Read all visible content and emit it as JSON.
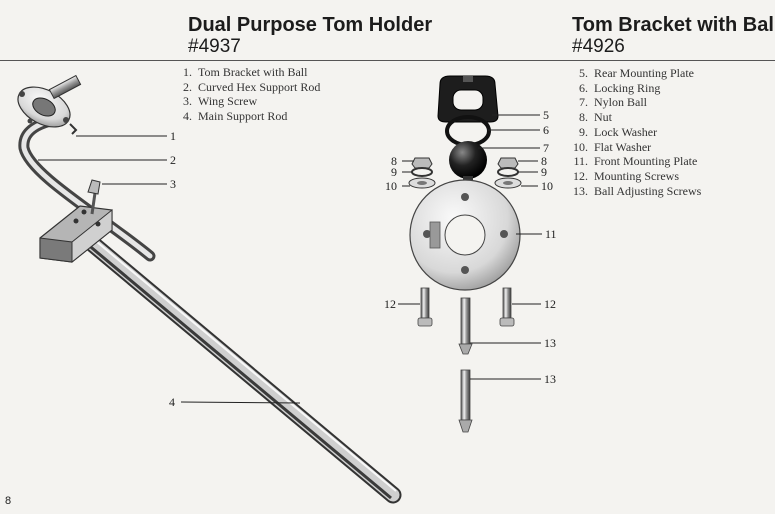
{
  "left_section": {
    "title": "Dual Purpose Tom Holder",
    "number": "#4937",
    "parts": [
      {
        "num": "1.",
        "name": "Tom Bracket with Ball"
      },
      {
        "num": "2.",
        "name": "Curved Hex Support Rod"
      },
      {
        "num": "3.",
        "name": "Wing Screw"
      },
      {
        "num": "4.",
        "name": "Main Support Rod"
      }
    ]
  },
  "right_section": {
    "title": "Tom Bracket with Ball",
    "number": "#4926",
    "parts": [
      {
        "num": "5.",
        "name": "Rear Mounting Plate"
      },
      {
        "num": "6.",
        "name": "Locking Ring"
      },
      {
        "num": "7.",
        "name": "Nylon Ball"
      },
      {
        "num": "8.",
        "name": "Nut"
      },
      {
        "num": "9.",
        "name": "Lock Washer"
      },
      {
        "num": "10.",
        "name": "Flat Washer"
      },
      {
        "num": "11.",
        "name": "Front Mounting Plate"
      },
      {
        "num": "12.",
        "name": "Mounting Screws"
      },
      {
        "num": "13.",
        "name": "Ball Adjusting Screws"
      }
    ]
  },
  "callouts": {
    "c1": "1",
    "c2": "2",
    "c3": "3",
    "c4": "4",
    "c5": "5",
    "c6": "6",
    "c7": "7",
    "c8l": "8",
    "c9l": "9",
    "c10l": "10",
    "c8r": "8",
    "c9r": "9",
    "c10r": "10",
    "c11": "11",
    "c12l": "12",
    "c12r": "12",
    "c13a": "13",
    "c13b": "13"
  },
  "page_number": "8"
}
